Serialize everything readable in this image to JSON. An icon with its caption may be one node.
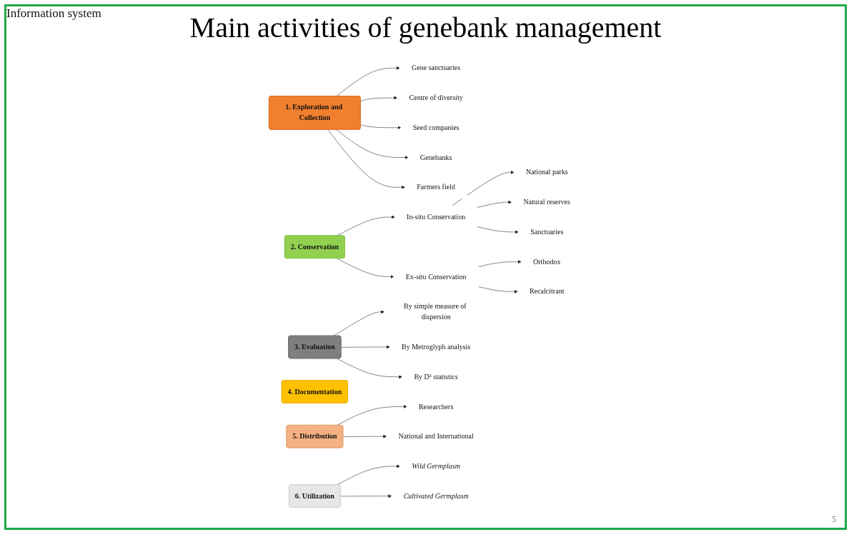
{
  "diagram": {
    "title": "Main activities of genebank management",
    "nodes": [
      {
        "text": [
          "1. Exploration and Collection"
        ]
      },
      {
        "text": [
          "Gene sanctuaries"
        ]
      },
      {
        "text": [
          "Centre of diversity"
        ]
      },
      {
        "text": [
          "Seed companies"
        ]
      },
      {
        "text": [
          "Genebanks"
        ]
      },
      {
        "text": [
          "Farmers field"
        ]
      },
      {
        "text": [
          "2. Conservation"
        ]
      },
      {
        "text": [
          "In-situ Conservation"
        ]
      },
      {
        "text": [
          "National parks"
        ]
      },
      {
        "text": [
          "Natural reserves"
        ]
      },
      {
        "text": [
          "Sanctuaries"
        ]
      },
      {
        "text": [
          "Ex-situ Conservation"
        ]
      },
      {
        "text": [
          "Orthodox"
        ]
      },
      {
        "text": [
          "Recalcitrant"
        ]
      },
      {
        "text": [
          "3. Evaluation"
        ]
      },
      {
        "text": [
          "By simple measure of dispersion"
        ]
      },
      {
        "text": [
          "By Metroglyph analysis"
        ]
      },
      {
        "text": [
          "By D² statistics"
        ]
      },
      {
        "text": [
          "4. Documentation"
        ]
      },
      {
        "text": [
          "5. Distribution"
        ]
      },
      {
        "text": [
          "Researchers"
        ]
      },
      {
        "text": [
          "National and International"
        ]
      },
      {
        "text": [
          "6. Utilization"
        ]
      },
      {
        "text": [
          "Wild Germplasm"
        ]
      },
      {
        "text": [
          "Cultivated Germplasm"
        ]
      }
    ],
    "edges": [
      {
        "from": 0,
        "to": 1,
        "arrow": "to"
      },
      {
        "from": 0,
        "to": 2,
        "arrow": "to"
      },
      {
        "from": 0,
        "to": 3,
        "arrow": "to"
      },
      {
        "from": 0,
        "to": 4,
        "arrow": "to"
      },
      {
        "from": 0,
        "to": 5,
        "arrow": "to"
      },
      {
        "from": 6,
        "to": 7,
        "arrow": "to"
      },
      {
        "from": 6,
        "to": 11,
        "arrow": "to"
      },
      {
        "from": 7,
        "to": 8,
        "arrow": "to"
      },
      {
        "from": 7,
        "to": 9,
        "arrow": "to"
      },
      {
        "from": 7,
        "to": 10,
        "arrow": "to"
      },
      {
        "from": 11,
        "to": 12,
        "arrow": "to"
      },
      {
        "from": 11,
        "to": 13,
        "arrow": "to"
      },
      {
        "from": 14,
        "to": 15,
        "arrow": "to"
      },
      {
        "from": 14,
        "to": 16,
        "arrow": "to"
      },
      {
        "from": 14,
        "to": 17,
        "arrow": "to"
      },
      {
        "from": 19,
        "to": 20,
        "arrow": "to"
      },
      {
        "from": 19,
        "to": 21,
        "arrow": "to"
      },
      {
        "from": 22,
        "to": 23,
        "arrow": "to"
      },
      {
        "from": 22,
        "to": 24,
        "arrow": "to"
      }
    ],
    "labels": [
      "Information system",
      "5"
    ]
  }
}
